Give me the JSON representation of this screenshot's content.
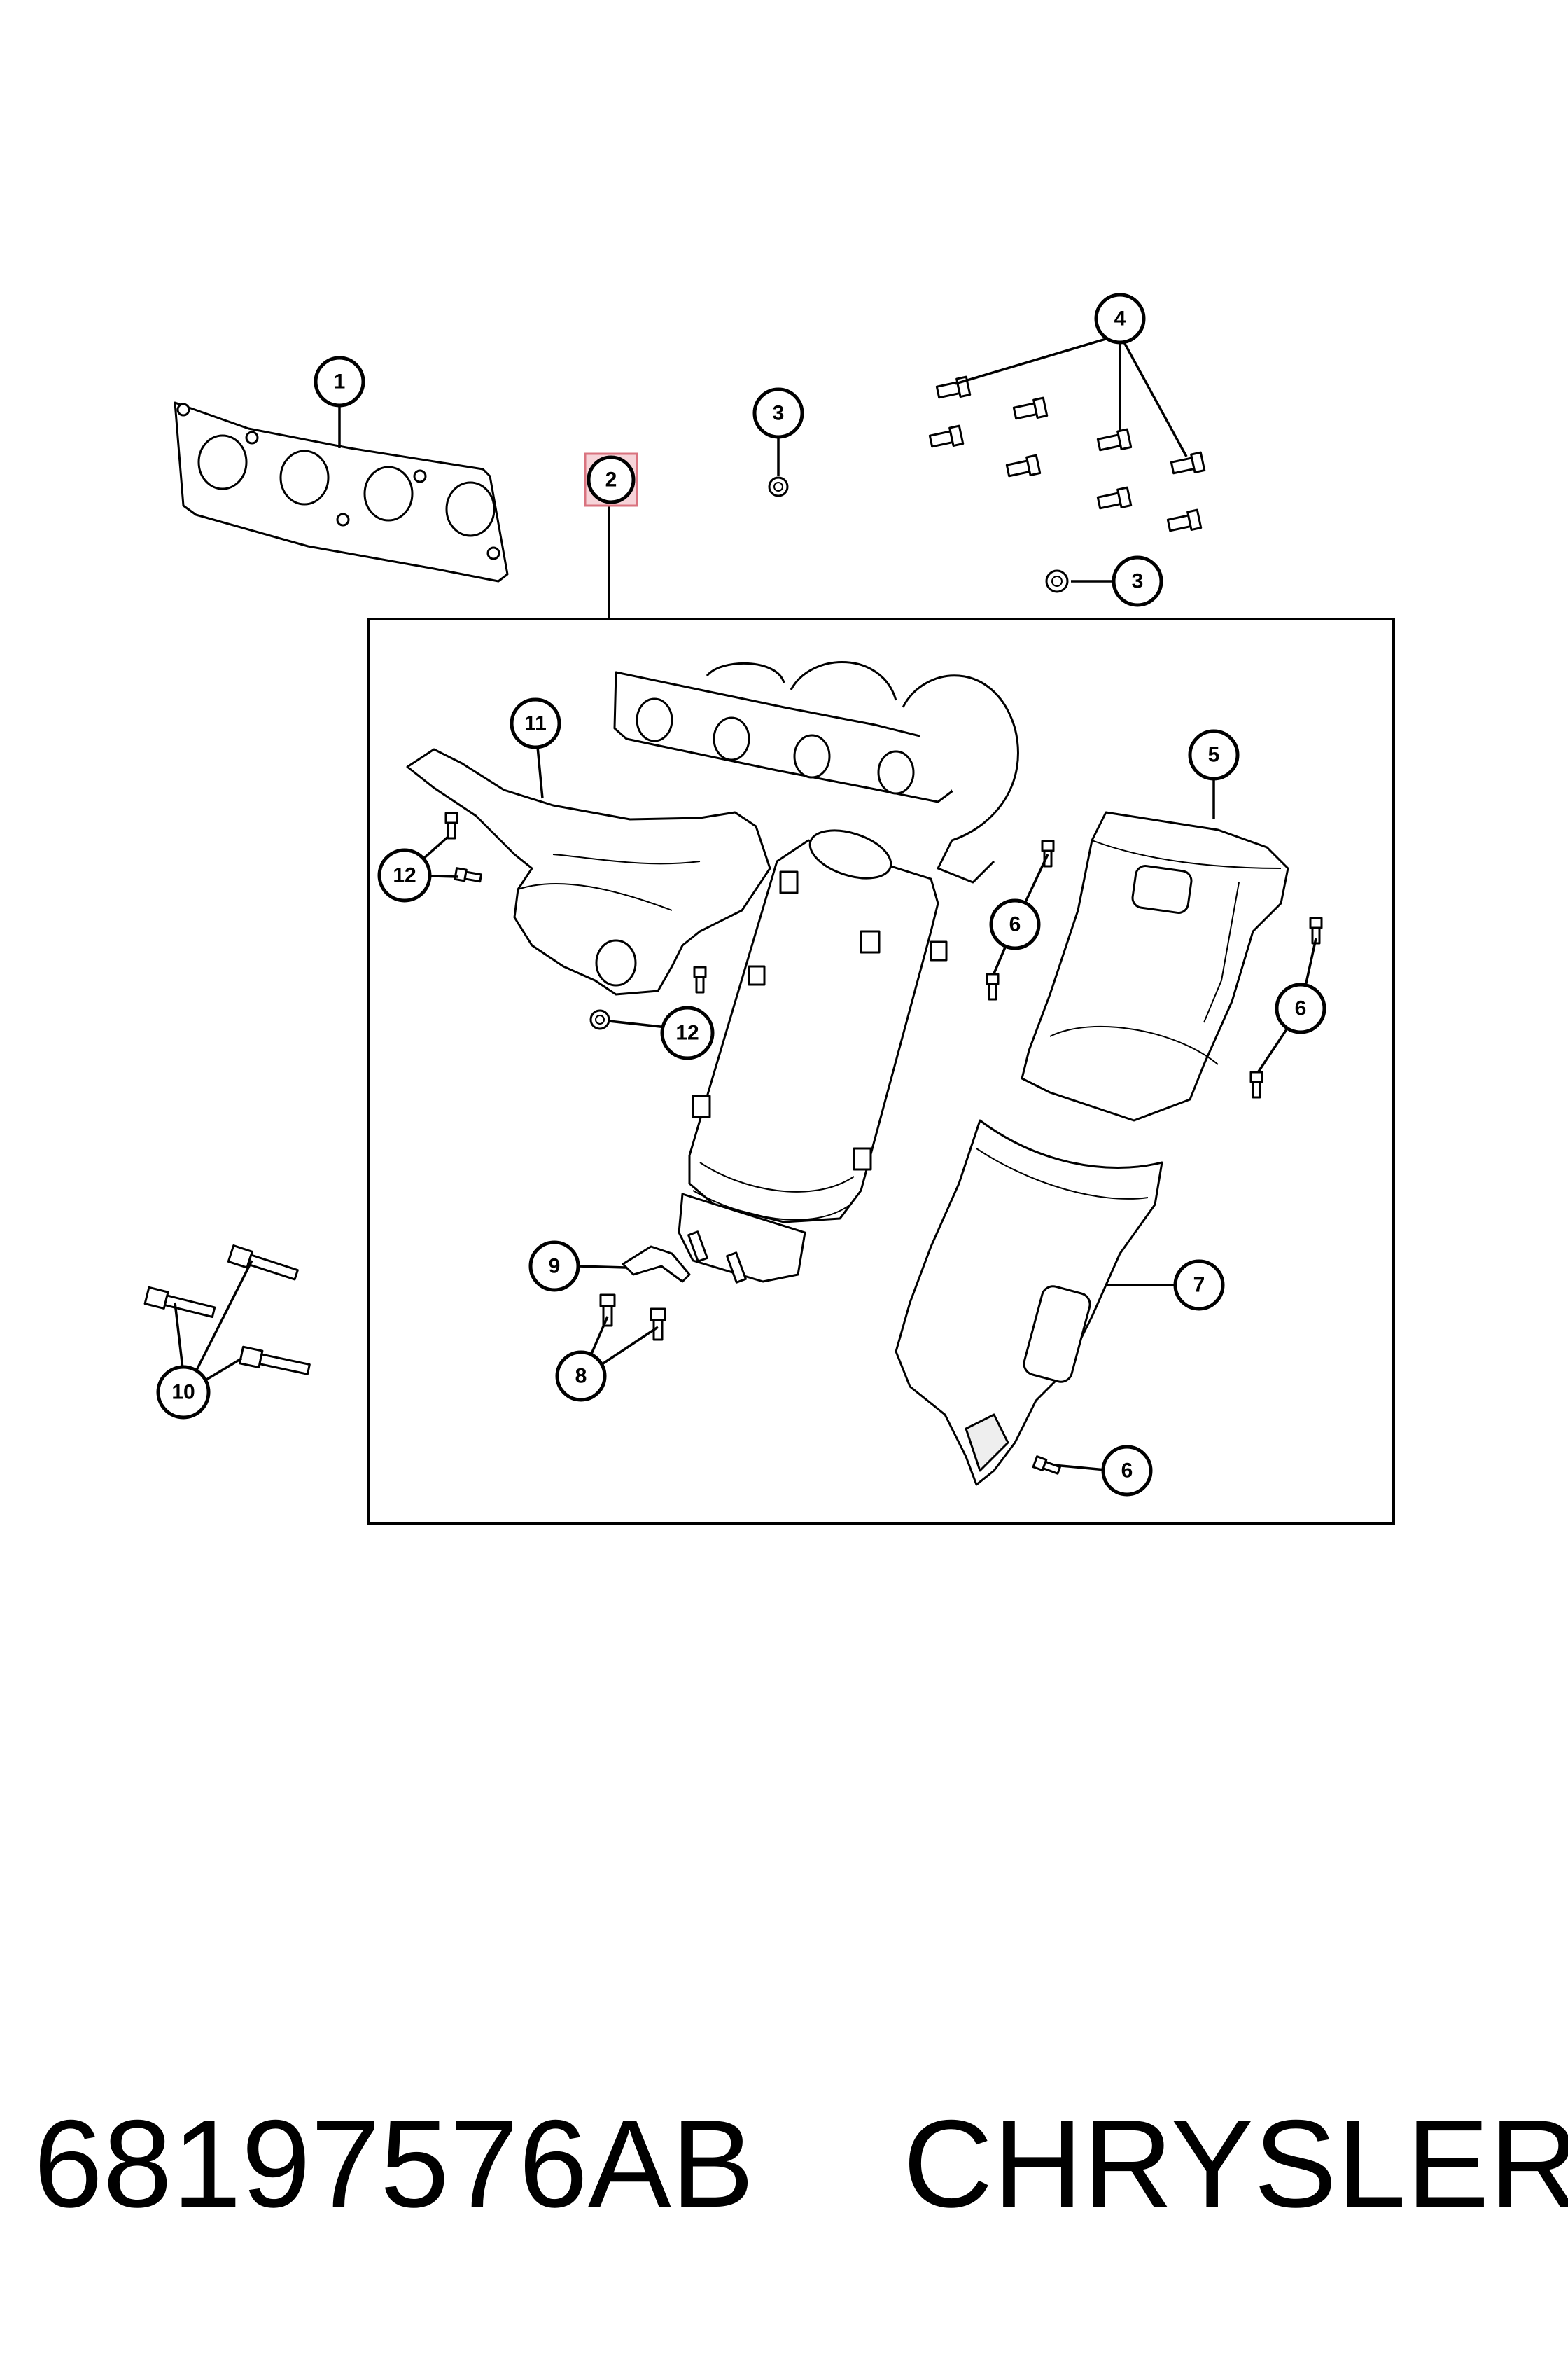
{
  "footer": {
    "part_number": "68197576AB",
    "brand": "CHRYSLER"
  },
  "callouts": {
    "c1": "1",
    "c2": "2",
    "c3a": "3",
    "c3b": "3",
    "c4": "4",
    "c5": "5",
    "c6a": "6",
    "c6b": "6",
    "c6c": "6",
    "c7": "7",
    "c8": "8",
    "c9": "9",
    "c10": "10",
    "c11": "11",
    "c12a": "12",
    "c12b": "12"
  },
  "highlight": {
    "callout": "2",
    "fill_color": "#f6d4d9",
    "border_color": "#d9737f"
  }
}
